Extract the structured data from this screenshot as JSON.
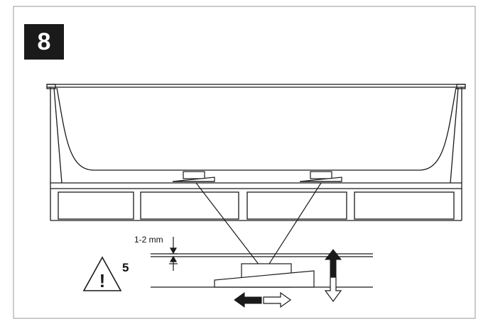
{
  "step": {
    "number": "8"
  },
  "gap_callout": {
    "label": "1-2 mm"
  },
  "warning": {
    "symbol": "!",
    "reference": "5",
    "icon": "warning-triangle-icon"
  },
  "arrows": {
    "up_filled": "arrow-up-icon",
    "down_outline": "arrow-down-icon",
    "left_filled": "arrow-left-icon",
    "right_outline": "arrow-right-icon"
  },
  "colors": {
    "line": "#1a1a1a",
    "background": "#ffffff",
    "frame": "#9a9a9a"
  }
}
